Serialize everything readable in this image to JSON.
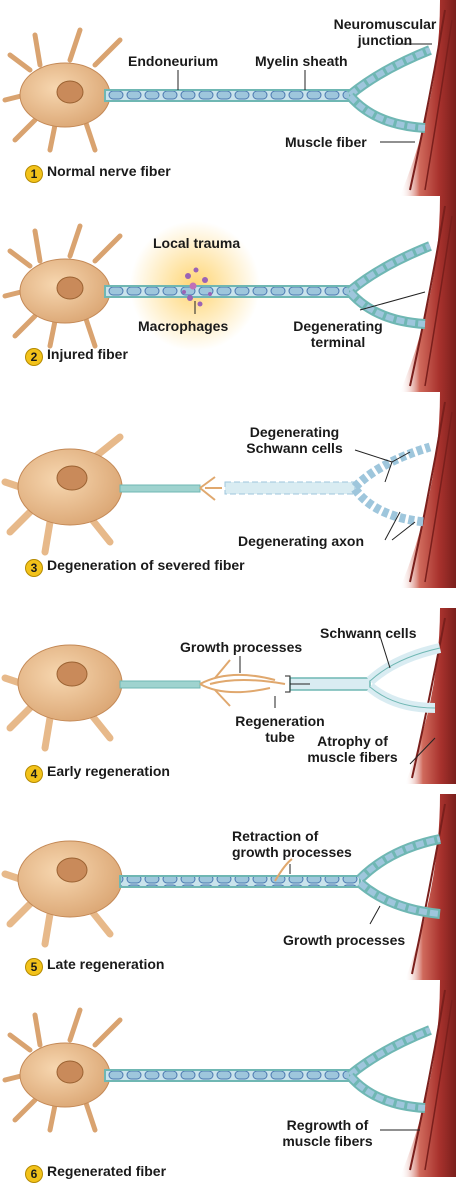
{
  "panels": [
    {
      "number": "1",
      "caption": "Normal nerve fiber",
      "labels": {
        "endoneurium": "Endoneurium",
        "myelin": "Myelin sheath",
        "nmj_1": "Neuromuscular",
        "nmj_2": "junction",
        "muscle": "Muscle fiber"
      }
    },
    {
      "number": "2",
      "caption": "Injured fiber",
      "labels": {
        "trauma": "Local trauma",
        "macrophages": "Macrophages",
        "degen_terminal_1": "Degenerating",
        "degen_terminal_2": "terminal"
      }
    },
    {
      "number": "3",
      "caption": "Degeneration of severed fiber",
      "labels": {
        "schwann_1": "Degenerating",
        "schwann_2": "Schwann cells",
        "axon": "Degenerating axon"
      }
    },
    {
      "number": "4",
      "caption": "Early regeneration",
      "labels": {
        "growth": "Growth processes",
        "schwann": "Schwann cells",
        "tube_1": "Regeneration",
        "tube_2": "tube",
        "atrophy_1": "Atrophy of",
        "atrophy_2": "muscle fibers"
      }
    },
    {
      "number": "5",
      "caption": "Late regeneration",
      "labels": {
        "retraction_1": "Retraction of",
        "retraction_2": "growth processes",
        "growth": "Growth processes"
      }
    },
    {
      "number": "6",
      "caption": "Regenerated fiber",
      "labels": {
        "regrowth_1": "Regrowth of",
        "regrowth_2": "muscle fibers"
      }
    }
  ],
  "colors": {
    "cell_body": "#f0c79a",
    "cell_body_dark": "#d9a370",
    "nucleus": "#c98a5a",
    "fiber": "#9fd3cf",
    "myelin": "#b7d7e6",
    "myelin_stripe": "#4a78b0",
    "muscle": "#a8322d",
    "muscle_light": "#d06a5c",
    "badge": "#f2c21a",
    "glow": "#ffd36b",
    "macrophage": "#9a63b5"
  }
}
